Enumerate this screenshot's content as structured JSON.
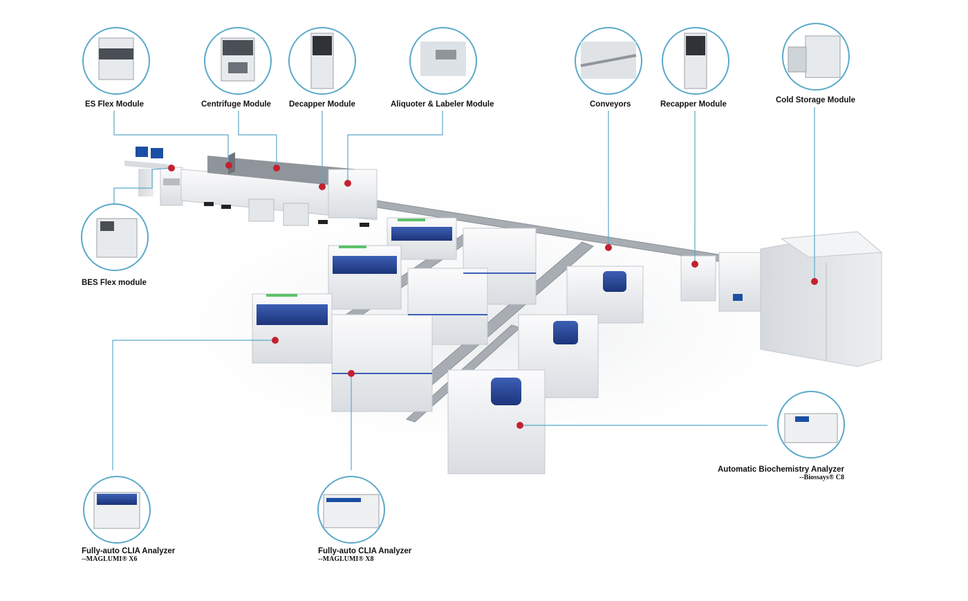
{
  "colors": {
    "leader_line": "#5aa9c9",
    "callout_dot": "#c4202f",
    "accent_blue": "#1f3f8f",
    "accent_green": "#5cc26a",
    "machine_body": "#eef0f2",
    "machine_shadow": "#c9ced3",
    "conveyor": "#9aa0a6"
  },
  "modules": [
    {
      "id": "es-flex",
      "label": "ES Flex Module",
      "icon": "es-flex-module-photo"
    },
    {
      "id": "centrifuge",
      "label": "Centrifuge Module",
      "icon": "centrifuge-module-photo"
    },
    {
      "id": "decapper",
      "label": "Decapper Module",
      "icon": "decapper-module-photo"
    },
    {
      "id": "aliquoter",
      "label": "Aliquoter & Labeler Module",
      "icon": "aliquoter-labeler-photo"
    },
    {
      "id": "conveyors",
      "label": "Conveyors",
      "icon": "conveyors-photo"
    },
    {
      "id": "recapper",
      "label": "Recapper Module",
      "icon": "recapper-module-photo"
    },
    {
      "id": "cold-storage",
      "label": "Cold Storage Module",
      "icon": "cold-storage-photo"
    },
    {
      "id": "bes-flex",
      "label": "BES Flex module",
      "icon": "bes-flex-module-photo"
    },
    {
      "id": "c8",
      "label": "Automatic Biochemistry Analyzer",
      "sublabel": "--Biossays® C8",
      "icon": "biochemistry-analyzer-photo"
    },
    {
      "id": "x6",
      "label": "Fully-auto CLIA Analyzer",
      "sublabel": "--MAGLUMI® X6",
      "icon": "clia-analyzer-x6-photo"
    },
    {
      "id": "x8",
      "label": "Fully-auto CLIA Analyzer",
      "sublabel": "--MAGLUMI® X8",
      "icon": "clia-analyzer-x8-photo"
    }
  ]
}
